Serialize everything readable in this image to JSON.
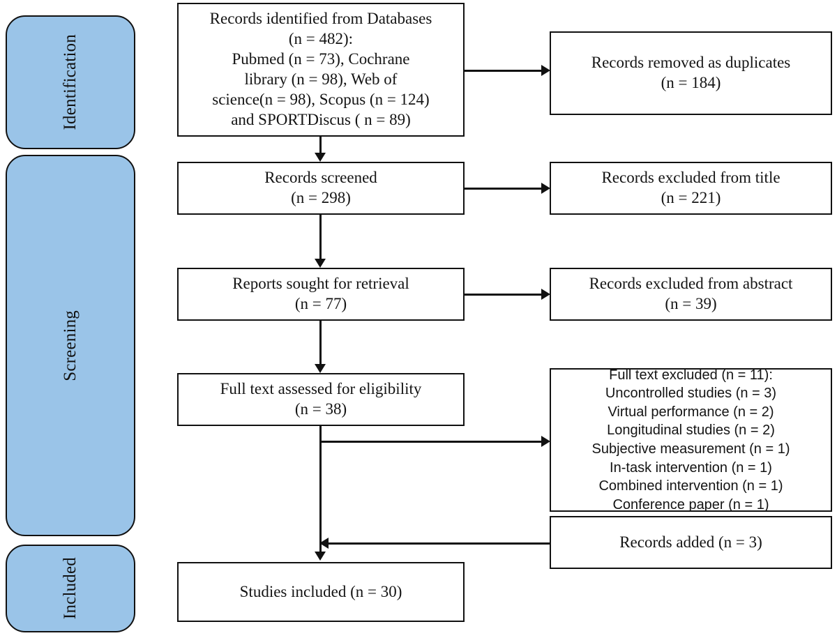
{
  "figure": {
    "type": "prisma-flow-diagram",
    "accent_color": "#9AC4E8",
    "line_color": "#111111",
    "background": "#ffffff"
  },
  "stages": [
    {
      "label": "Identification"
    },
    {
      "label": "Screening"
    },
    {
      "label": "Included"
    }
  ],
  "flow": {
    "identified": "Records identified from Databases\n(n = 482):\nPubmed (n = 73),  Cochrane\nlibrary (n = 98), Web of\nscience(n = 98), Scopus (n = 124)\nand SPORTDiscus ( n = 89)",
    "duplicates_removed": "Records removed as duplicates\n(n = 184)",
    "screened": "Records screened\n(n = 298)",
    "excluded_title": "Records excluded from title\n(n = 221)",
    "sought_retrieval": "Reports sought for retrieval\n(n = 77)",
    "excluded_abstract": "Records excluded from abstract\n(n = 39)",
    "full_text_assessed": "Full text assessed for eligibility\n(n = 38)",
    "full_text_excluded": "Full text excluded (n = 11):\nUncontrolled studies (n = 3)\nVirtual performance (n = 2)\nLongitudinal studies (n = 2)\nSubjective measurement (n = 1)\nIn-task intervention (n = 1)\nCombined intervention (n = 1)\nConference paper (n = 1)",
    "records_added": "Records added (n = 3)",
    "studies_included": "Studies included (n = 30)"
  },
  "counts": {
    "identified_total": 482,
    "pubmed": 73,
    "cochrane_library": 98,
    "web_of_science": 98,
    "scopus": 124,
    "sportdiscus": 89,
    "duplicates_removed": 184,
    "screened": 298,
    "excluded_from_title": 221,
    "sought_for_retrieval": 77,
    "excluded_from_abstract": 39,
    "full_text_assessed": 38,
    "full_text_excluded": 11,
    "uncontrolled_studies": 3,
    "virtual_performance": 2,
    "longitudinal_studies": 2,
    "subjective_measurement": 1,
    "in_task_intervention": 1,
    "combined_intervention": 1,
    "conference_paper": 1,
    "records_added": 3,
    "studies_included": 30
  }
}
